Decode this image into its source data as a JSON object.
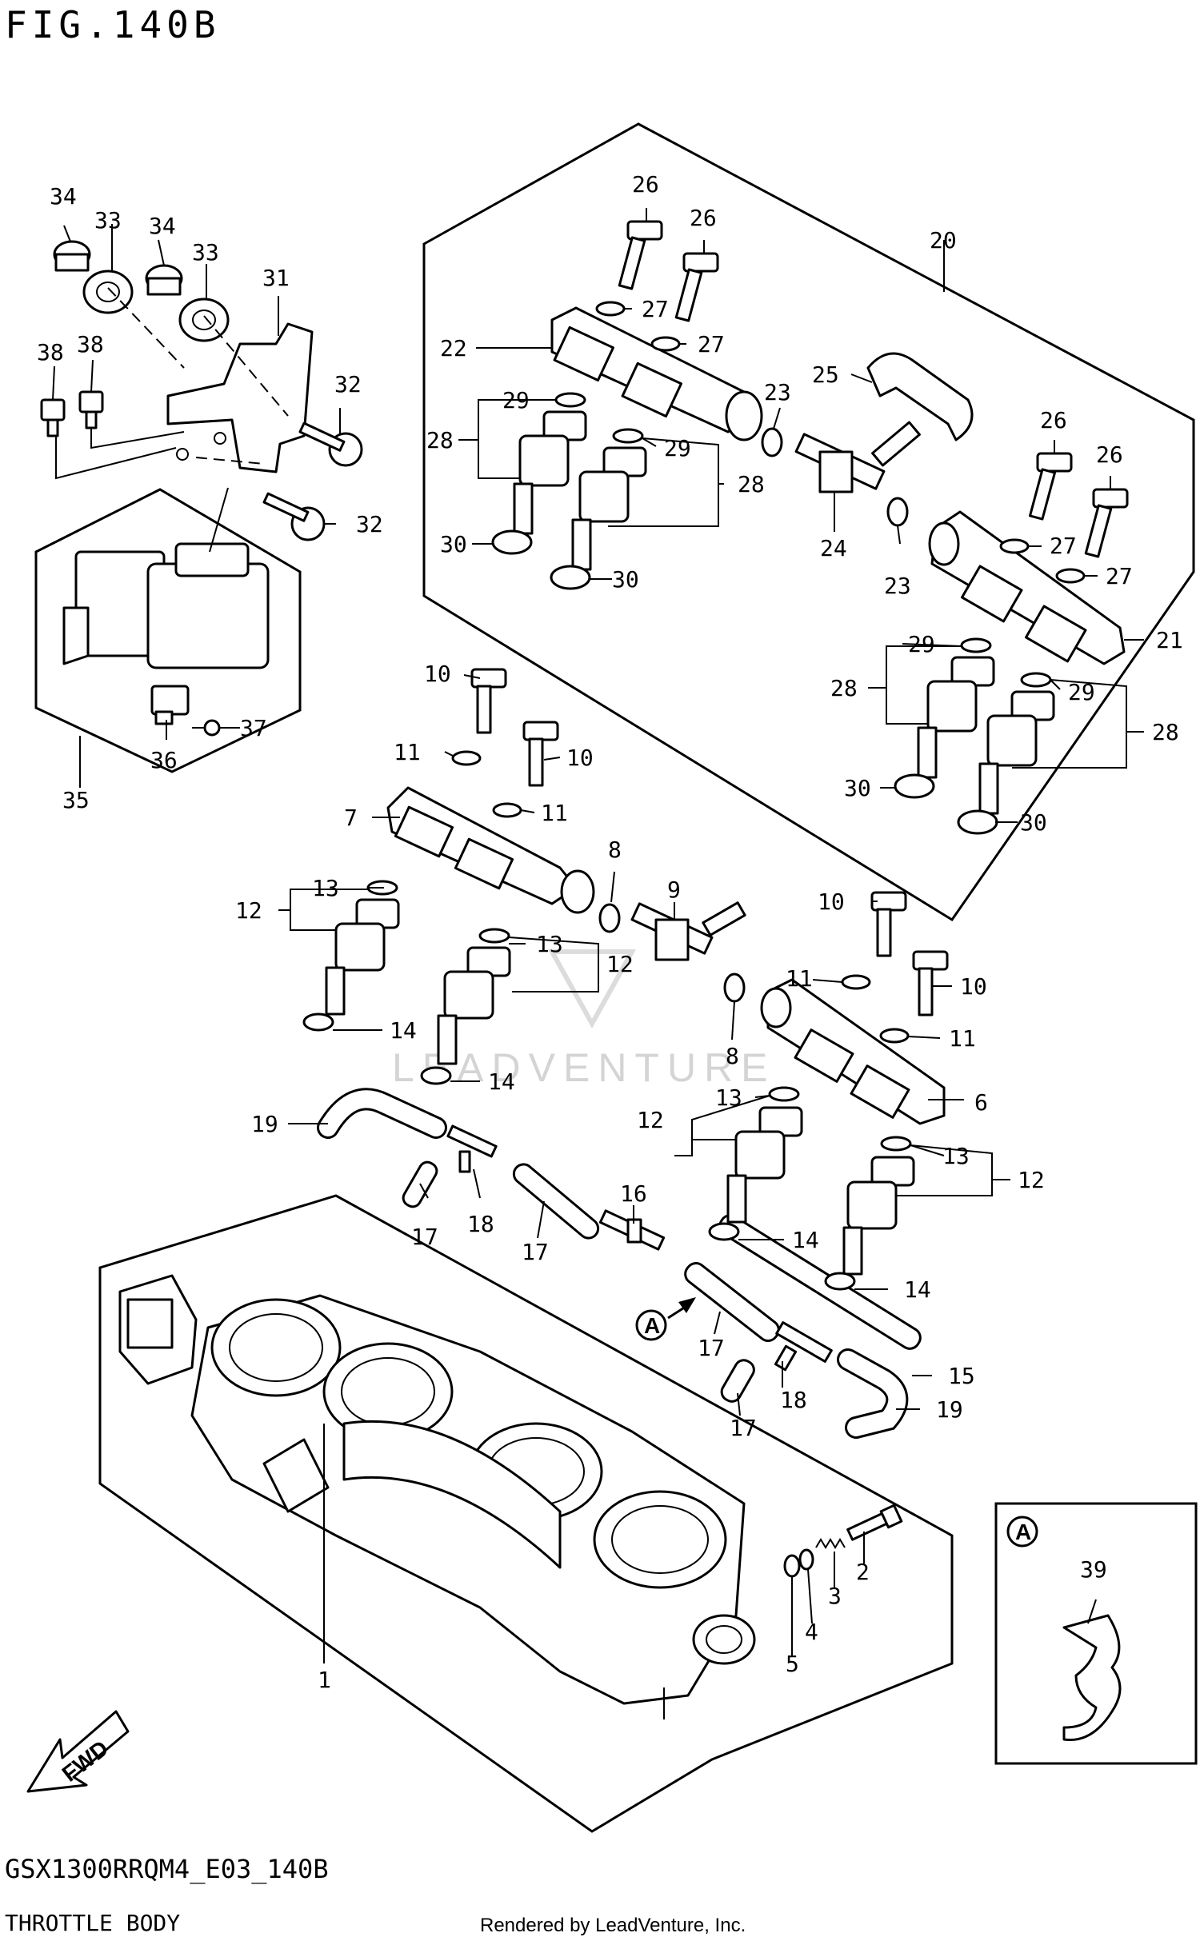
{
  "header": {
    "figure_title": "FIG.140B"
  },
  "footer": {
    "diagram_code": "GSX1300RRQM4_E03_140B",
    "assembly_name": "THROTTLE BODY",
    "rendered_by": "Rendered by LeadVenture, Inc."
  },
  "watermark": "LEADVENTURE",
  "callouts": {
    "marker_a": "A",
    "inset_marker_a": "A",
    "fwd_label": "FWD"
  },
  "labels": {
    "p1": "1",
    "p2": "2",
    "p3": "3",
    "p4": "4",
    "p5": "5",
    "p6": "6",
    "p7": "7",
    "p8a": "8",
    "p8b": "8",
    "p9": "9",
    "p10a": "10",
    "p10b": "10",
    "p10c": "10",
    "p10d": "10",
    "p11a": "11",
    "p11b": "11",
    "p11c": "11",
    "p11d": "11",
    "p12a": "12",
    "p12b": "12",
    "p12c": "12",
    "p12d": "12",
    "p13a": "13",
    "p13b": "13",
    "p13c": "13",
    "p13d": "13",
    "p14a": "14",
    "p14b": "14",
    "p14c": "14",
    "p14d": "14",
    "p15": "15",
    "p16": "16",
    "p17a": "17",
    "p17b": "17",
    "p17c": "17",
    "p17d": "17",
    "p18a": "18",
    "p18b": "18",
    "p19a": "19",
    "p19b": "19",
    "p20": "20",
    "p21": "21",
    "p22": "22",
    "p23a": "23",
    "p23b": "23",
    "p24": "24",
    "p25": "25",
    "p26a": "26",
    "p26b": "26",
    "p26c": "26",
    "p26d": "26",
    "p27a": "27",
    "p27b": "27",
    "p27c": "27",
    "p27d": "27",
    "p28a": "28",
    "p28b": "28",
    "p28c": "28",
    "p28d": "28",
    "p29a": "29",
    "p29b": "29",
    "p29c": "29",
    "p29d": "29",
    "p30a": "30",
    "p30b": "30",
    "p30c": "30",
    "p30d": "30",
    "p31": "31",
    "p32a": "32",
    "p32b": "32",
    "p33a": "33",
    "p33b": "33",
    "p34a": "34",
    "p34b": "34",
    "p35": "35",
    "p36": "36",
    "p37": "37",
    "p38a": "38",
    "p38b": "38",
    "p39": "39"
  }
}
